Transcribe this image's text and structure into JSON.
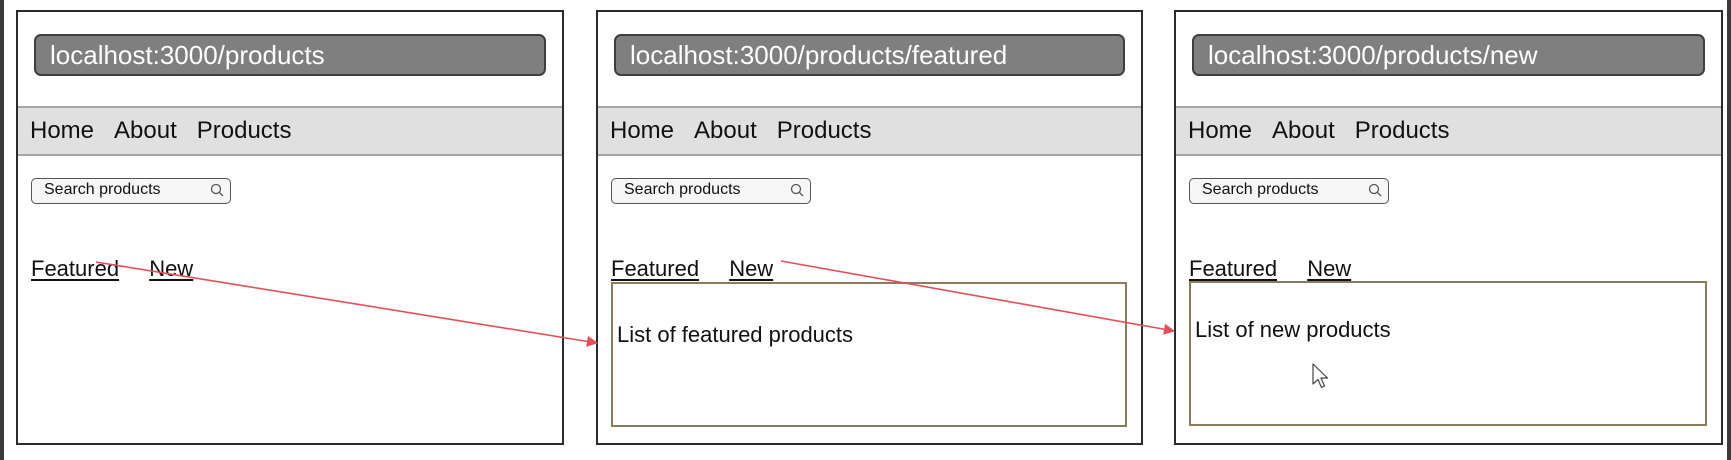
{
  "panels": [
    {
      "url": "localhost:3000/products",
      "nav": [
        "Home",
        "About",
        "Products"
      ],
      "search_placeholder": "Search products",
      "tabs": [
        "Featured",
        "New"
      ],
      "content": ""
    },
    {
      "url": "localhost:3000/products/featured",
      "nav": [
        "Home",
        "About",
        "Products"
      ],
      "search_placeholder": "Search products",
      "tabs": [
        "Featured",
        "New"
      ],
      "content": "List of featured products"
    },
    {
      "url": "localhost:3000/products/new",
      "nav": [
        "Home",
        "About",
        "Products"
      ],
      "search_placeholder": "Search products",
      "tabs": [
        "Featured",
        "New"
      ],
      "content": "List of new products"
    }
  ],
  "arrows": [
    {
      "from": "panel-1 Featured link",
      "to": "panel-2 page"
    },
    {
      "from": "panel-2 New link",
      "to": "panel-3 page"
    }
  ],
  "colors": {
    "arrow": "#e0505a",
    "url_bar": "#7f7f7f",
    "nav_bar": "#e0e0e0",
    "list_border": "#8b7d5c"
  }
}
